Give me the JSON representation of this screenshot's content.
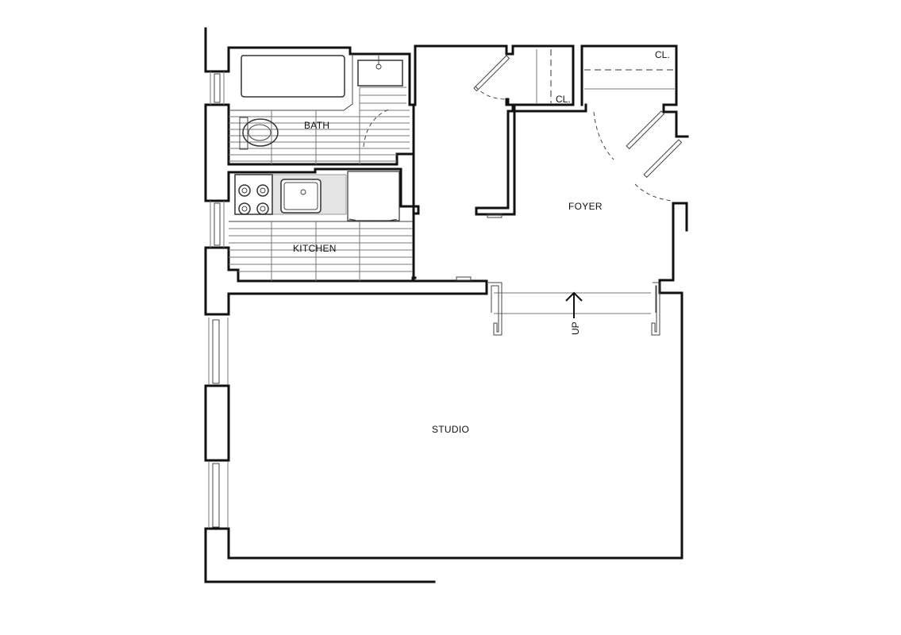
{
  "plan": {
    "type": "apartment floor plan",
    "rooms": {
      "bath": "BATH",
      "kitchen": "KITCHEN",
      "foyer": "FOYER",
      "studio": "STUDIO",
      "closet_1": "CL.",
      "closet_2": "CL."
    },
    "annotations": {
      "stairs": "UP"
    },
    "colors": {
      "wall": "#111111",
      "background": "#ffffff",
      "fixture_line": "#444444"
    }
  }
}
